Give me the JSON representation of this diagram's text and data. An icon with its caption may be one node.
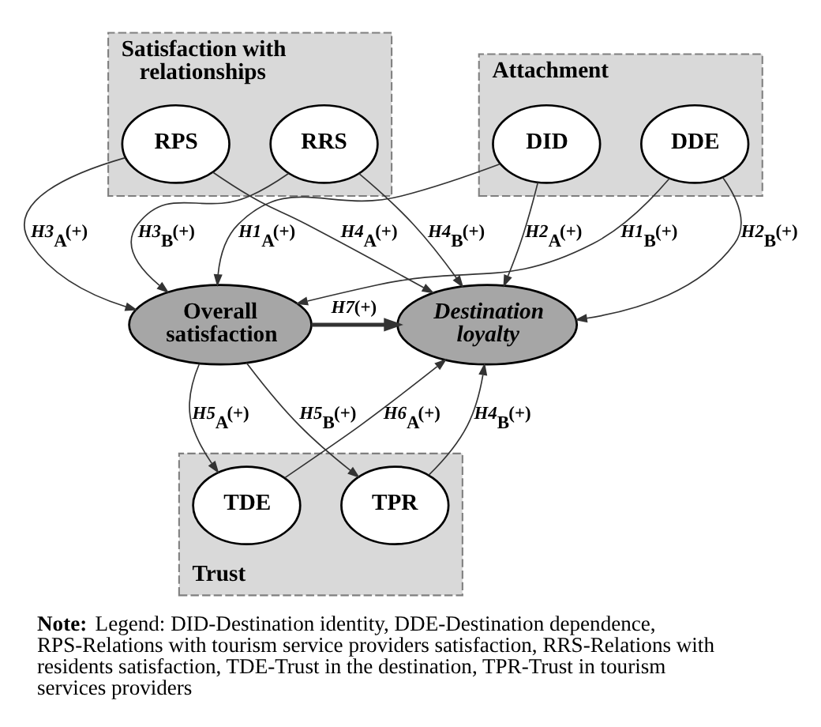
{
  "diagram": {
    "nodes": [
      {
        "text": [
          "Attachment"
        ]
      },
      {
        "text": [
          "DID"
        ],
        "in": 0
      },
      {
        "text": [
          "DDE"
        ],
        "in": 0
      },
      {
        "text": [
          "Satisfaction with relationships"
        ]
      },
      {
        "text": [
          "RPS"
        ],
        "in": 3
      },
      {
        "text": [
          "RRS"
        ],
        "in": 3
      },
      {
        "text": [
          "Overall satisfaction"
        ]
      },
      {
        "text": [
          "Destination loyalty"
        ]
      },
      {
        "text": [
          "Trust"
        ]
      },
      {
        "text": [
          "TDE"
        ],
        "in": 8
      },
      {
        "text": [
          "TPR"
        ],
        "in": 8
      }
    ],
    "edges": [
      {
        "from": 1,
        "to": 6,
        "label": "*H1*$_{A}$(+)",
        "arrow": "to"
      },
      {
        "from": 2,
        "to": 6,
        "label": "*H1*$_{B}$(+)",
        "arrow": "to"
      },
      {
        "from": 1,
        "to": 7,
        "label": "*H2*$_{A}$(+)",
        "arrow": "to"
      },
      {
        "from": 2,
        "to": 7,
        "label": "*H2*$_{B}$(+)",
        "arrow": "to"
      },
      {
        "from": 4,
        "to": 6,
        "label": "*H3*$_{A}$(+)",
        "arrow": "to"
      },
      {
        "from": 5,
        "to": 6,
        "label": "*H3*$_{B}$(+)",
        "arrow": "to"
      },
      {
        "from": 4,
        "to": 7,
        "label": "*H4*$_{A}$(+)",
        "arrow": "to"
      },
      {
        "from": 5,
        "to": 7,
        "label": "*H4*$_{B}$(+)",
        "arrow": "to"
      },
      {
        "from": 6,
        "to": 7,
        "label": "*H7*(+)",
        "arrow": "to",
        "style": "thick"
      },
      {
        "from": 6,
        "to": 9,
        "label": "*H5*$_{A}$(+)",
        "arrow": "to"
      },
      {
        "from": 6,
        "to": 10,
        "label": "*H5*$_{B}$(+)",
        "arrow": "to"
      },
      {
        "from": 9,
        "to": 7,
        "label": "*H6*$_{A}$(+)",
        "arrow": "to"
      },
      {
        "from": 10,
        "to": 7,
        "label": "*H4*$_{B}$(+)",
        "arrow": "to"
      }
    ],
    "caption": "**Note:** Legend: DID-Destination identity, DDE-Destination dependence, RPS-Relations with tourism service providers satisfaction, RRS-Relations with residents satisfaction, TDE-Trust in the destination, TPR-Trust in tourism services providers"
  }
}
